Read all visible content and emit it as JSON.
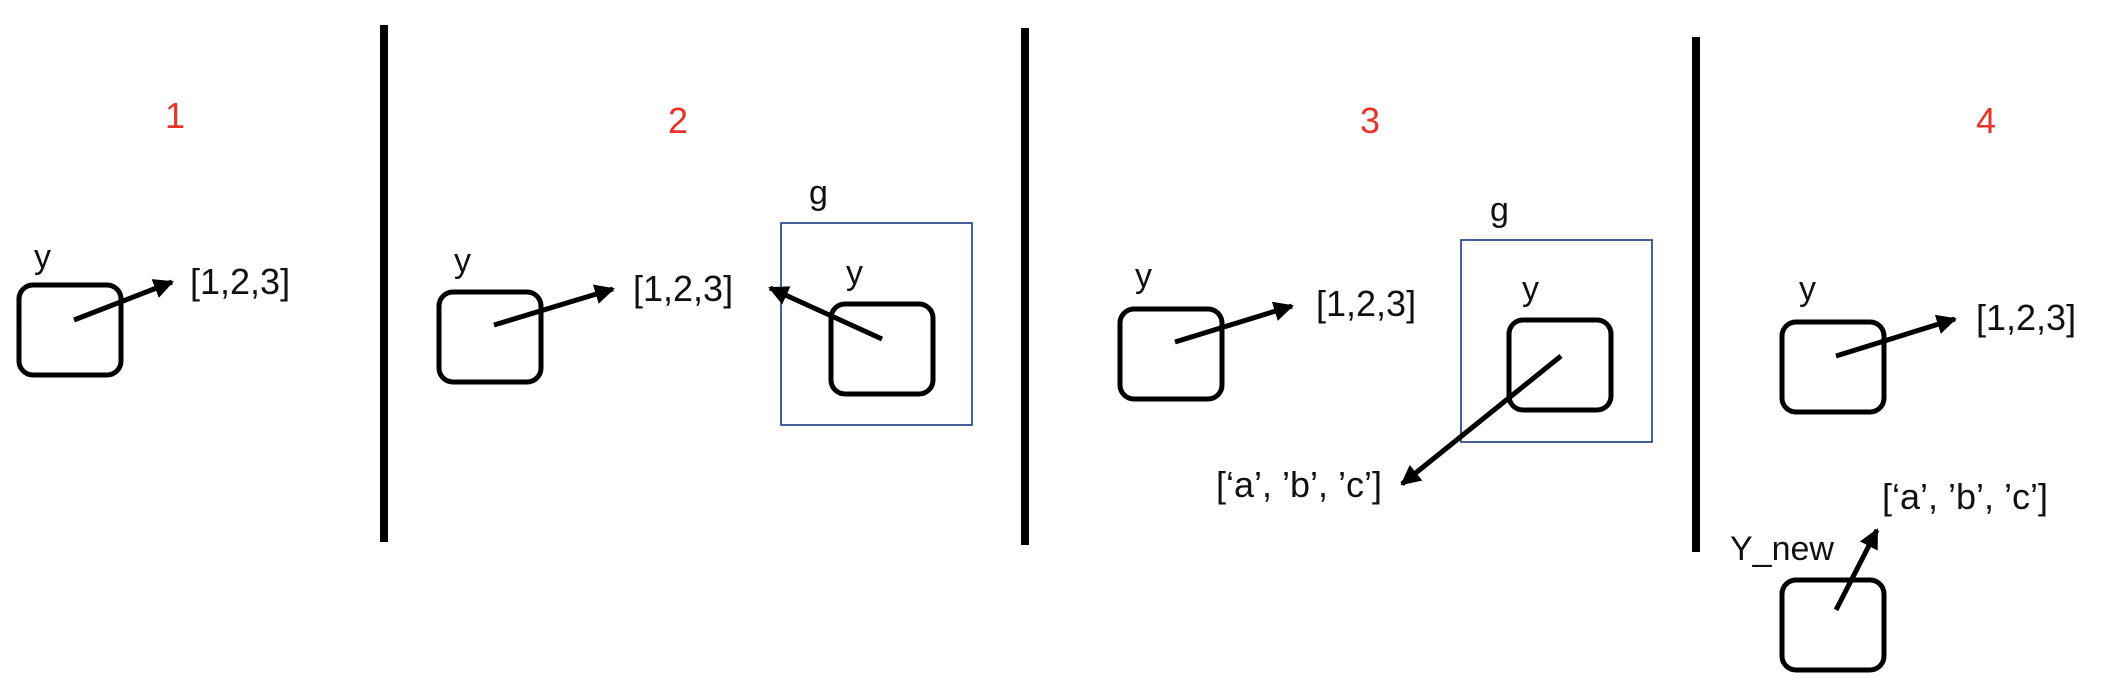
{
  "panels": [
    {
      "step": "1",
      "var_label": "y",
      "value": "[1,2,3]"
    },
    {
      "step": "2",
      "var_label": "y",
      "value": "[1,2,3]",
      "scope_label": "g",
      "inner_var_label": "y"
    },
    {
      "step": "3",
      "var_label": "y",
      "value": "[1,2,3]",
      "scope_label": "g",
      "inner_var_label": "y",
      "new_value": "[‘a’, ’b’, ’c’]"
    },
    {
      "step": "4",
      "var_label": "y",
      "value": "[1,2,3]",
      "new_var_label": "Y_new",
      "new_value": "[‘a’, ’b’, ’c’]"
    }
  ],
  "colors": {
    "step_number": "#e8322a",
    "scope_border": "#2f4f8f",
    "ink": "#000000"
  }
}
